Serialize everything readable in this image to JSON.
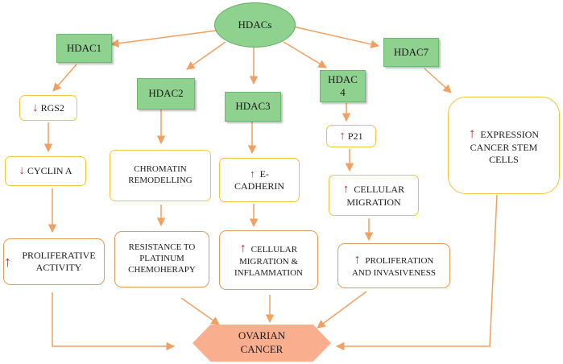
{
  "nodes": {
    "hdacs": "HDACs",
    "hdac1": "HDAC1",
    "hdac2": "HDAC2",
    "hdac3": "HDAC3",
    "hdac4": "HDAC 4",
    "hdac7": "HDAC7",
    "rgs2": "RGS2",
    "cyclin_a": "CYCLIN A",
    "proliferative_activity": "PROLIFERATIVE ACTIVITY",
    "chromatin_remodelling": "CHROMATIN REMODELLING",
    "resistance": "RESISTANCE TO PLATINUM CHEMOHERAPY",
    "e_cadherin": "E- CADHERIN",
    "cellular_migration_inflammation": "CELLULAR MIGRATION & INFLAMMATION",
    "p21": "P21",
    "cellular_migration": "CELLULAR MIGRATION",
    "proliferation_invasiveness": "PROLIFERATION AND INVASIVENESS",
    "expression_csc": "EXPRESSION CANCER STEM CELLS",
    "ovarian_cancer": "OVARIAN CANCER"
  },
  "colors": {
    "arrow": "#f0a060",
    "green_fill": "#8fd18f",
    "yellow_border": "#f2c43a",
    "orange_border": "#e59a55",
    "hexagon_fill": "#f9ae8e",
    "indicator": "#c81e2e"
  },
  "indicators": {
    "rgs2": "down",
    "cyclin_a": "down",
    "proliferative_activity": "up",
    "e_cadherin": "up",
    "cellular_migration_inflammation": "up",
    "p21": "up",
    "cellular_migration": "up",
    "proliferation_invasiveness": "up",
    "expression_csc": "up"
  }
}
